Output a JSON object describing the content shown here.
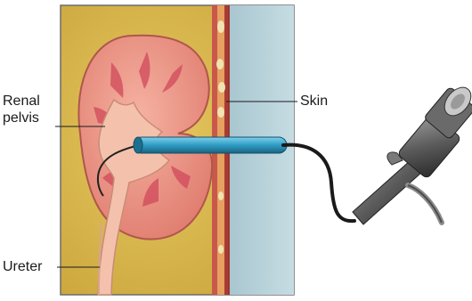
{
  "labels": {
    "renal_pelvis": "Renal\npelvis",
    "skin": "Skin",
    "ureter": "Ureter"
  },
  "colors": {
    "background": "#ffffff",
    "fat_tissue": "#d9b84a",
    "skin_surface": "#b9d3dc",
    "kidney_cortex": "#eb8e80",
    "renal_pelvis": "#f4c2ac",
    "instrument_tube": "#2f9cc4",
    "scope_body": "#5a5a5a"
  },
  "icons": {
    "kidney": "kidney-icon",
    "nephroscope": "nephroscope-icon"
  }
}
